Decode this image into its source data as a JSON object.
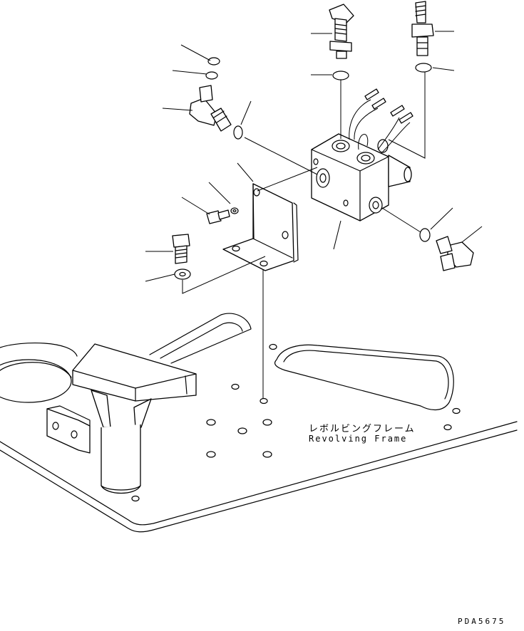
{
  "labels": {
    "frame_jp": "レボルビングフレーム",
    "frame_en": "Revolving Frame",
    "drawing_code": "PDA5675"
  },
  "colors": {
    "line": "#000000",
    "background": "#ffffff"
  }
}
